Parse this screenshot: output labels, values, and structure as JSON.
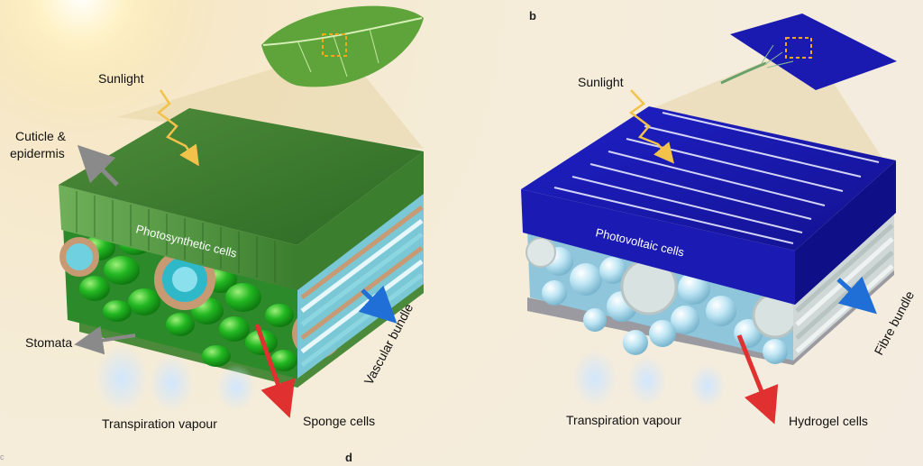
{
  "panels": {
    "b": "b",
    "d": "d",
    "c_stub": "c"
  },
  "leaf": {
    "sunlight": "Sunlight",
    "cuticle_line1": "Cuticle &",
    "cuticle_line2": "epidermis",
    "photosynthetic": "Photosynthetic cells",
    "vascular": "Vascular bundle",
    "stomata": "Stomata",
    "transpiration": "Transpiration vapour",
    "sponge": "Sponge cells"
  },
  "device": {
    "sunlight": "Sunlight",
    "photovoltaic": "Photovoltaic cells",
    "fibre": "Fibre bundle",
    "transpiration": "Transpiration vapour",
    "hydrogel": "Hydrogel cells"
  },
  "colors": {
    "leaf_green": "#3e7a2e",
    "cell_green": "#1fae1f",
    "panel_blue": "#1a1ab0",
    "hydrogel_blue": "#a9dcef",
    "arrow_red": "#e03030",
    "arrow_blue": "#1f6fd6",
    "arrow_grey": "#8a8a8a",
    "sun_arrow": "#f2c24a",
    "highlight_box": "#f3a81b"
  }
}
